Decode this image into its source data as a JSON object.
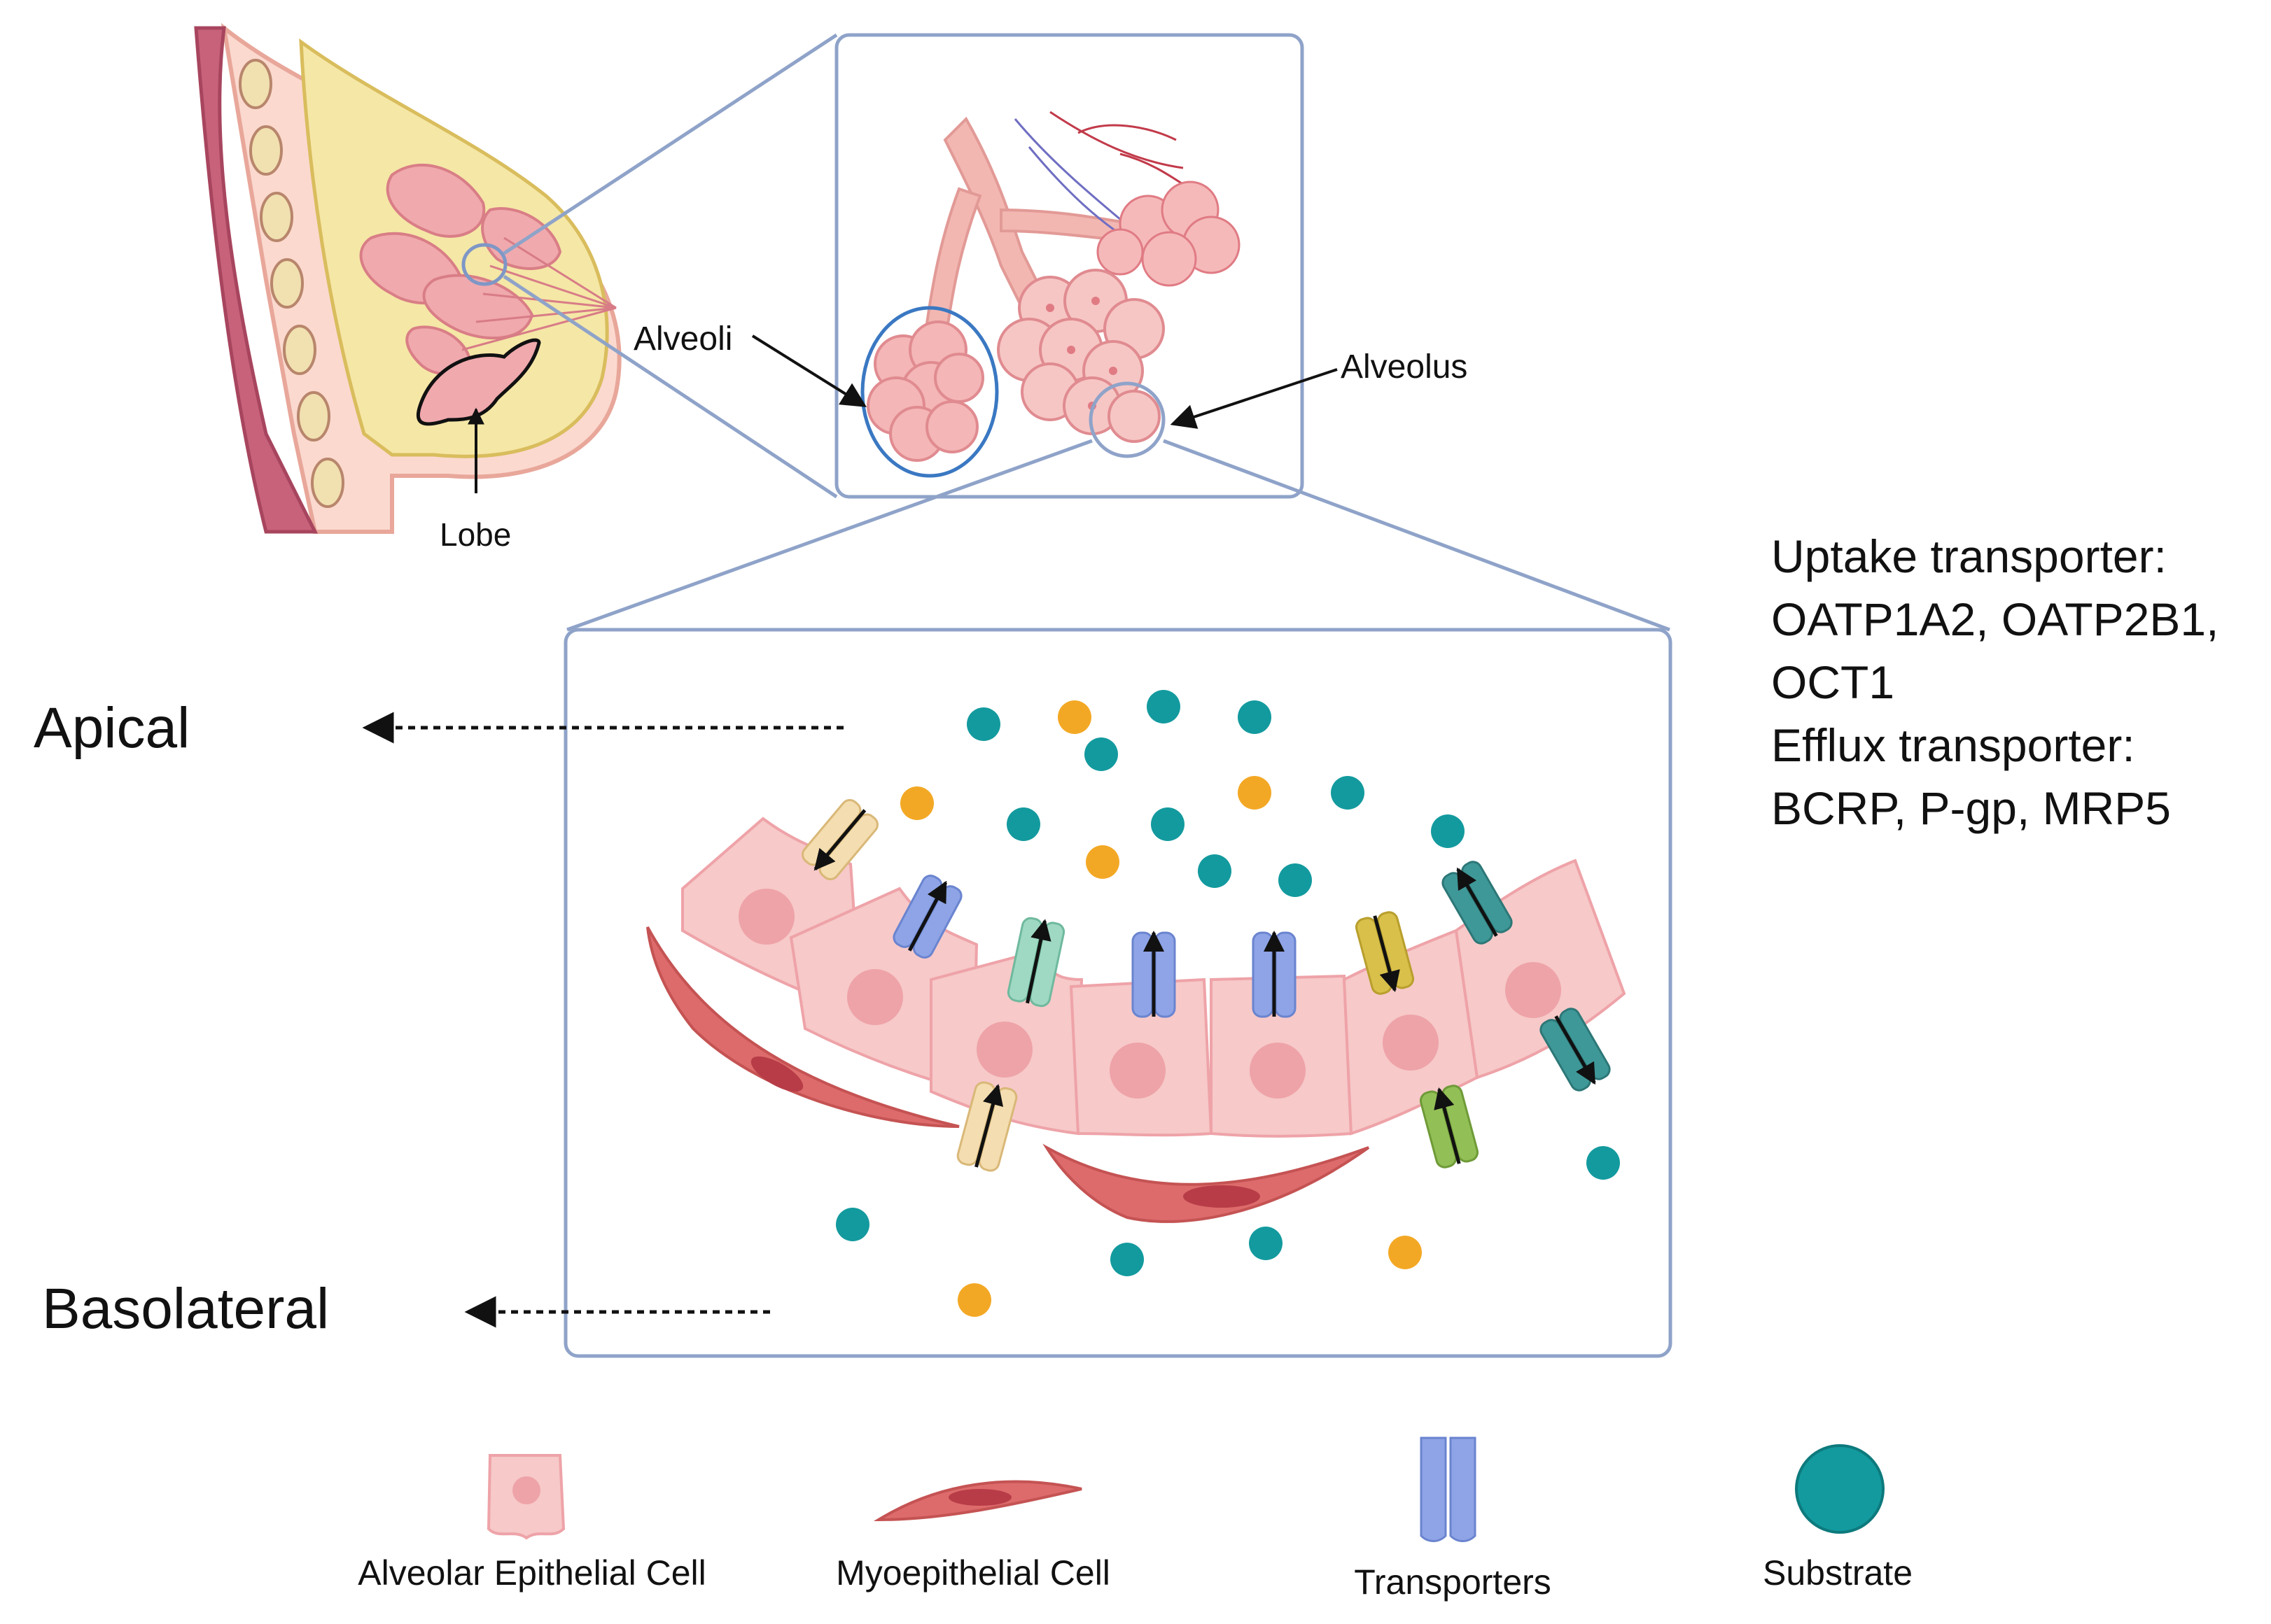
{
  "labels": {
    "alveoli": "Alveoli",
    "alveolus": "Alveolus",
    "lobe": "Lobe",
    "apical": "Apical",
    "basolateral": "Basolateral"
  },
  "transporter_info": {
    "uptake_heading": "Uptake transporter:",
    "uptake_line1": "OATP1A2, OATP2B1,",
    "uptake_line2": "OCT1",
    "efflux_heading": "Efflux transporter:",
    "efflux_line1": "BCRP, P-gp, MRP5"
  },
  "legend": [
    {
      "key": "epithelial",
      "label": "Alveolar Epithelial Cell"
    },
    {
      "key": "myoepithelial",
      "label": "Myoepithelial Cell"
    },
    {
      "key": "transporter",
      "label": "Transporters"
    },
    {
      "key": "substrate",
      "label": "Substrate"
    }
  ],
  "colors": {
    "frame": "#8fa3c9",
    "epithelial_fill": "#f7c9c9",
    "epithelial_nucleus": "#eea3a8",
    "myo_fill": "#dd6b6b",
    "substrate_teal": "#139a9e",
    "substrate_orange": "#f3a825",
    "transporter_blue": "#8ea4e6",
    "transporter_mint": "#9fd9c3",
    "transporter_yellow": "#d9c04a",
    "transporter_teal": "#3f9898",
    "transporter_green": "#93bf57",
    "transporter_cream": "#f4ddb0"
  }
}
